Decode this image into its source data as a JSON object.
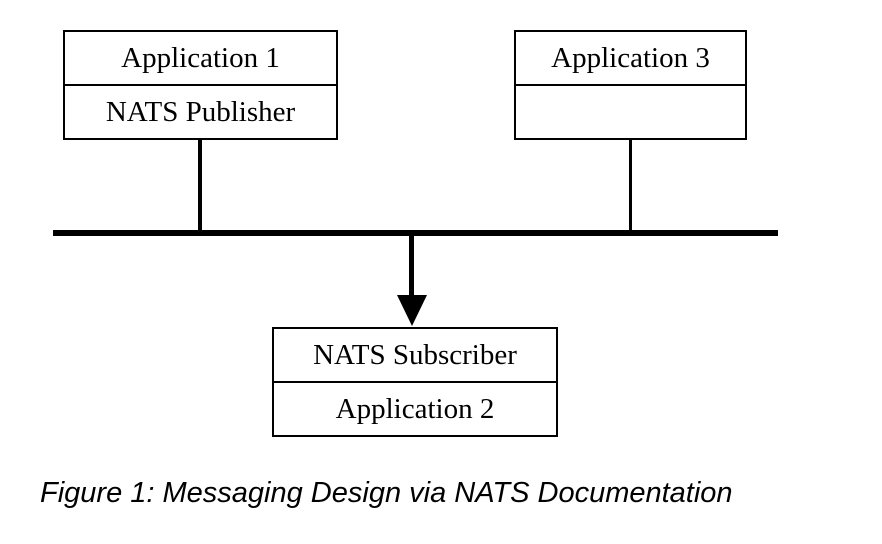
{
  "colors": {
    "line": "#000000",
    "text": "#000000",
    "background": "#ffffff"
  },
  "diagram": {
    "app1_box": {
      "row1": "Application 1",
      "row2": "NATS Publisher"
    },
    "app3_box": {
      "row1": "Application 3",
      "row2": ""
    },
    "app2_box": {
      "row1": "NATS Subscriber",
      "row2": "Application 2"
    },
    "caption": "Figure 1: Messaging Design via NATS Documentation"
  }
}
